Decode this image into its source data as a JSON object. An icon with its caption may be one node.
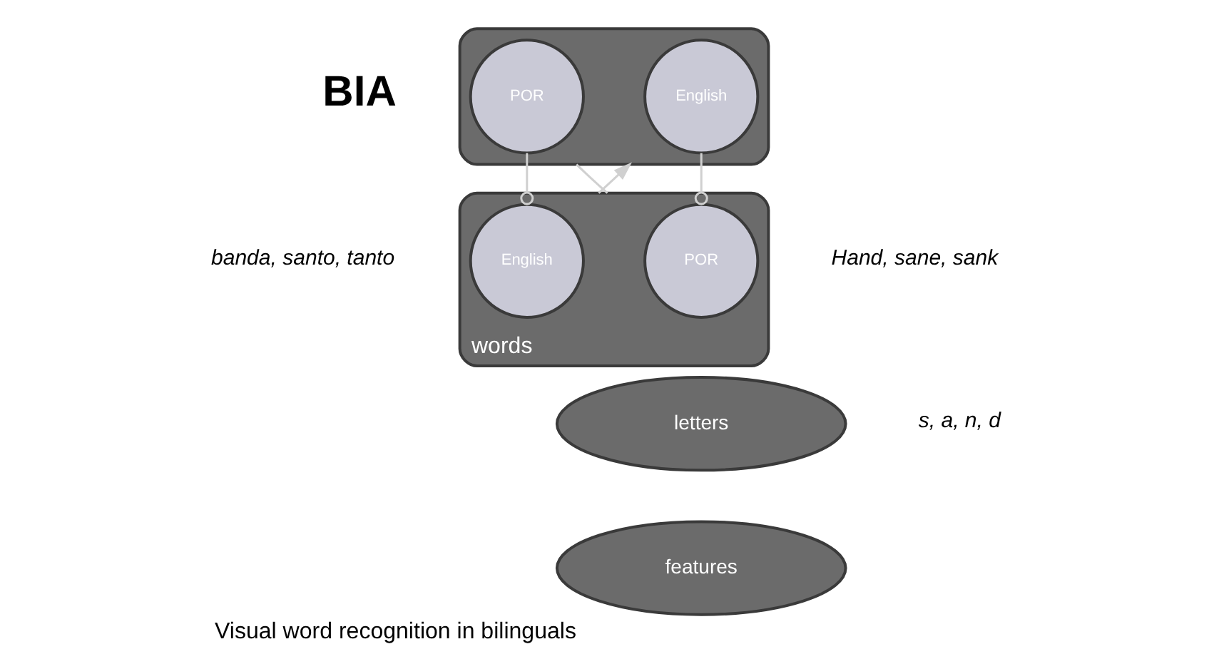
{
  "diagram": {
    "caption": "Visual word recognition in bilinguals",
    "nodes": [
      {
        "text": [],
        "shape": "ellipse"
      },
      {
        "text": [
          "POR"
        ],
        "in": 0
      },
      {
        "text": [
          "English"
        ],
        "in": 0
      },
      {
        "text": [
          "words"
        ],
        "beside": [
          "banda, santo, tanto",
          "Hand, sane, sank"
        ]
      },
      {
        "text": [
          "POR"
        ],
        "in": 3
      },
      {
        "text": [
          "English"
        ],
        "in": 3
      },
      {
        "text": [
          "letters"
        ],
        "beside": [
          "s, a, n, d"
        ]
      },
      {
        "text": [
          "features"
        ]
      }
    ],
    "edges": [
      {
        "from": 1,
        "to": 5,
        "arrow": "other"
      },
      {
        "from": 2,
        "to": 4,
        "arrow": "other"
      },
      {
        "from": 3,
        "to": 0,
        "arrow": "none"
      },
      {
        "from": 3,
        "to": 0,
        "arrow": "to"
      }
    ],
    "labels": [
      "BIA"
    ]
  }
}
